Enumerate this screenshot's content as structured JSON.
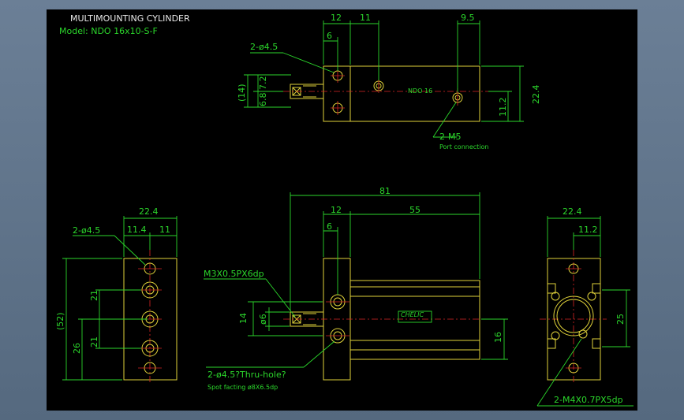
{
  "title": {
    "line1": "MULTIMOUNTING CYLINDER",
    "line2": "Model: NDO 16x10-S-F"
  },
  "top_view": {
    "dim_12": "12",
    "dim_11": "11",
    "dim_9_5": "9.5",
    "dim_6": "6",
    "hole_label": "2-ø4.5",
    "dim_14": "(14)",
    "dim_7_2": "7.2",
    "dim_6_8": "6.8",
    "dim_22_4": "22.4",
    "dim_11_2": "11.2",
    "port_label": "2-M5",
    "port_desc": "Port connection",
    "tag": "NDO 16"
  },
  "left_view": {
    "dim_22_4": "22.4",
    "dim_11_4": "11.4",
    "dim_11": "11",
    "hole_label": "2-ø4.5",
    "dim_52": "(52)",
    "dim_26": "26",
    "dim_21a": "21",
    "dim_21b": "21"
  },
  "front_view": {
    "dim_81": "81",
    "dim_12": "12",
    "dim_55": "55",
    "dim_6": "6",
    "thread_label": "M3X0.5PX6dp",
    "dim_14": "14",
    "dim_phi6": "ø6",
    "dim_16": "16",
    "hole_label": "2-ø4.5?Thru-hole?",
    "spot_label": "Spot facting  ø8X6.5dp",
    "brand": "CHELIC"
  },
  "right_view": {
    "dim_22_4": "22.4",
    "dim_11_2": "11.2",
    "dim_25": "25",
    "thread_label": "2-M4X0.7PX5dp"
  }
}
